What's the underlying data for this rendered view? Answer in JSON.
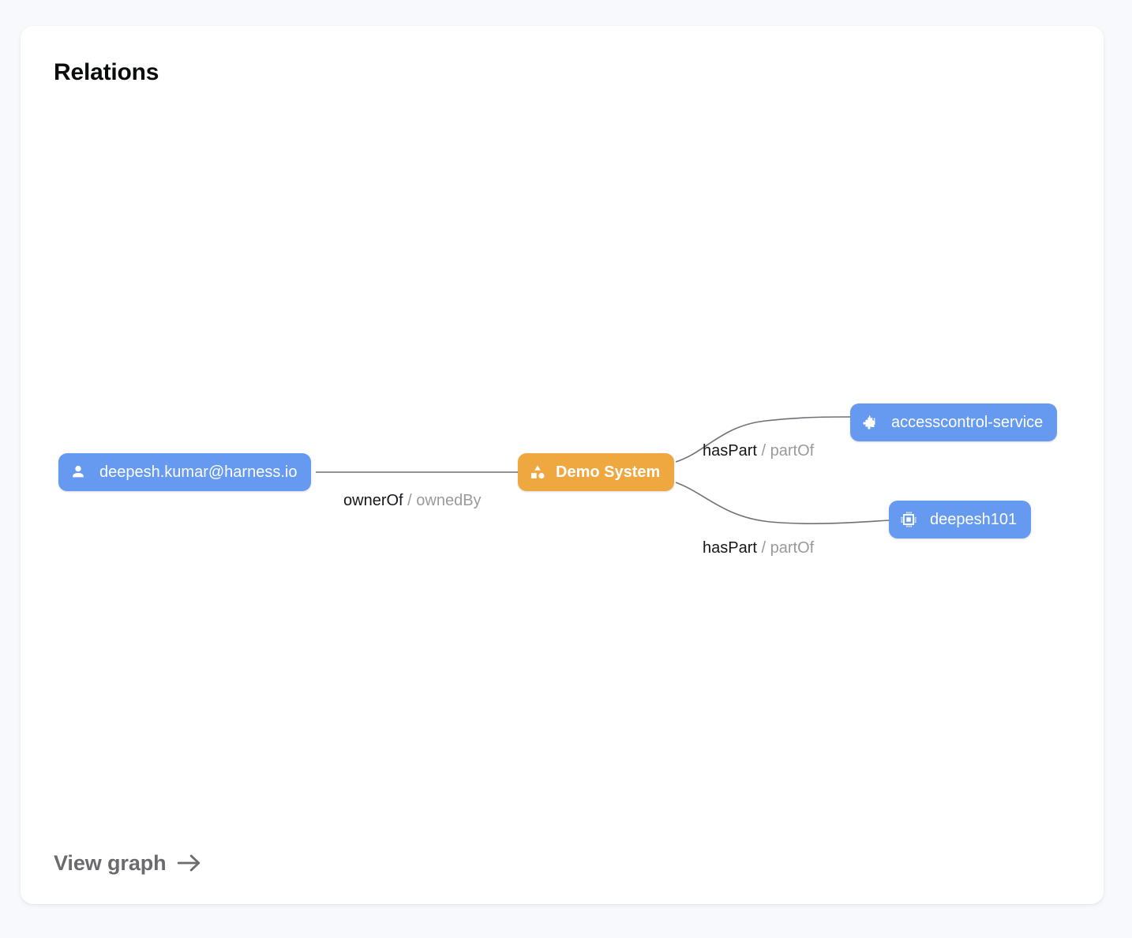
{
  "card": {
    "title": "Relations"
  },
  "graph": {
    "nodes": [
      {
        "id": "user",
        "label": "deepesh.kumar@harness.io",
        "kind": "user",
        "icon": "person-icon",
        "color": "#6699f0",
        "text_color": "#ffffff"
      },
      {
        "id": "system",
        "label": "Demo System",
        "kind": "system",
        "icon": "category-icon",
        "color": "#efa73f",
        "text_color": "#ffffff"
      },
      {
        "id": "service",
        "label": "accesscontrol-service",
        "kind": "component",
        "icon": "puzzle-piece-icon",
        "color": "#6699f0",
        "text_color": "#ffffff"
      },
      {
        "id": "component",
        "label": "deepesh101",
        "kind": "resource",
        "icon": "memory-chip-icon",
        "color": "#6699f0",
        "text_color": "#ffffff"
      }
    ],
    "edges": [
      {
        "id": "edge-ownerof",
        "from": "user",
        "to": "system",
        "forward": "ownerOf",
        "separator": "/",
        "reverse": "ownedBy"
      },
      {
        "id": "edge-haspart-service",
        "from": "system",
        "to": "service",
        "forward": "hasPart",
        "separator": "/",
        "reverse": "partOf"
      },
      {
        "id": "edge-haspart-component",
        "from": "system",
        "to": "component",
        "forward": "hasPart",
        "separator": "/",
        "reverse": "partOf"
      }
    ],
    "edge_color": "#6f7176"
  },
  "footer": {
    "view_graph_label": "View graph",
    "arrow_icon": "arrow-right-icon"
  }
}
